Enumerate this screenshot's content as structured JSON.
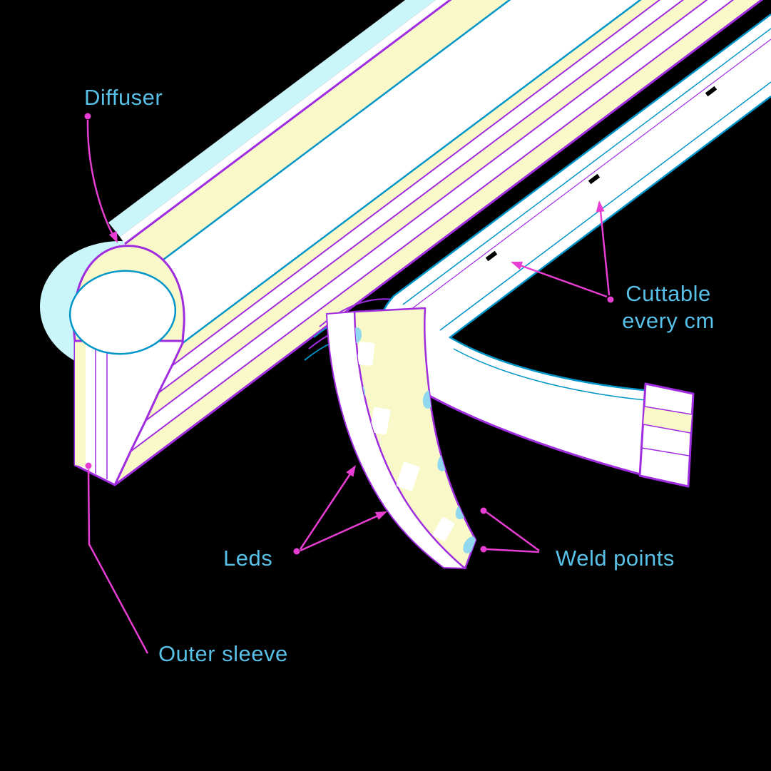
{
  "diagram": {
    "background": "#000000",
    "labels": {
      "diffuser": "Diffuser",
      "cuttable": "Cuttable\nevery cm",
      "leds": "Leds",
      "weld_points": "Weld points",
      "outer_sleeve": "Outer sleeve"
    },
    "colors": {
      "label_text": "#58c0e6",
      "leader_line": "#e83dd3",
      "outline_purple": "#a02ce0",
      "outline_blue": "#0095c8",
      "sleeve_cyan": "#c9f5fb",
      "body_yellow": "#f8f8c8",
      "diffuser_white": "#ffffff",
      "weld_pad_blue": "#8fd8f0",
      "cut_mark": "#000000"
    },
    "features": {
      "cut_marks": 3,
      "led_chips": 4,
      "weld_pads": 6
    }
  }
}
